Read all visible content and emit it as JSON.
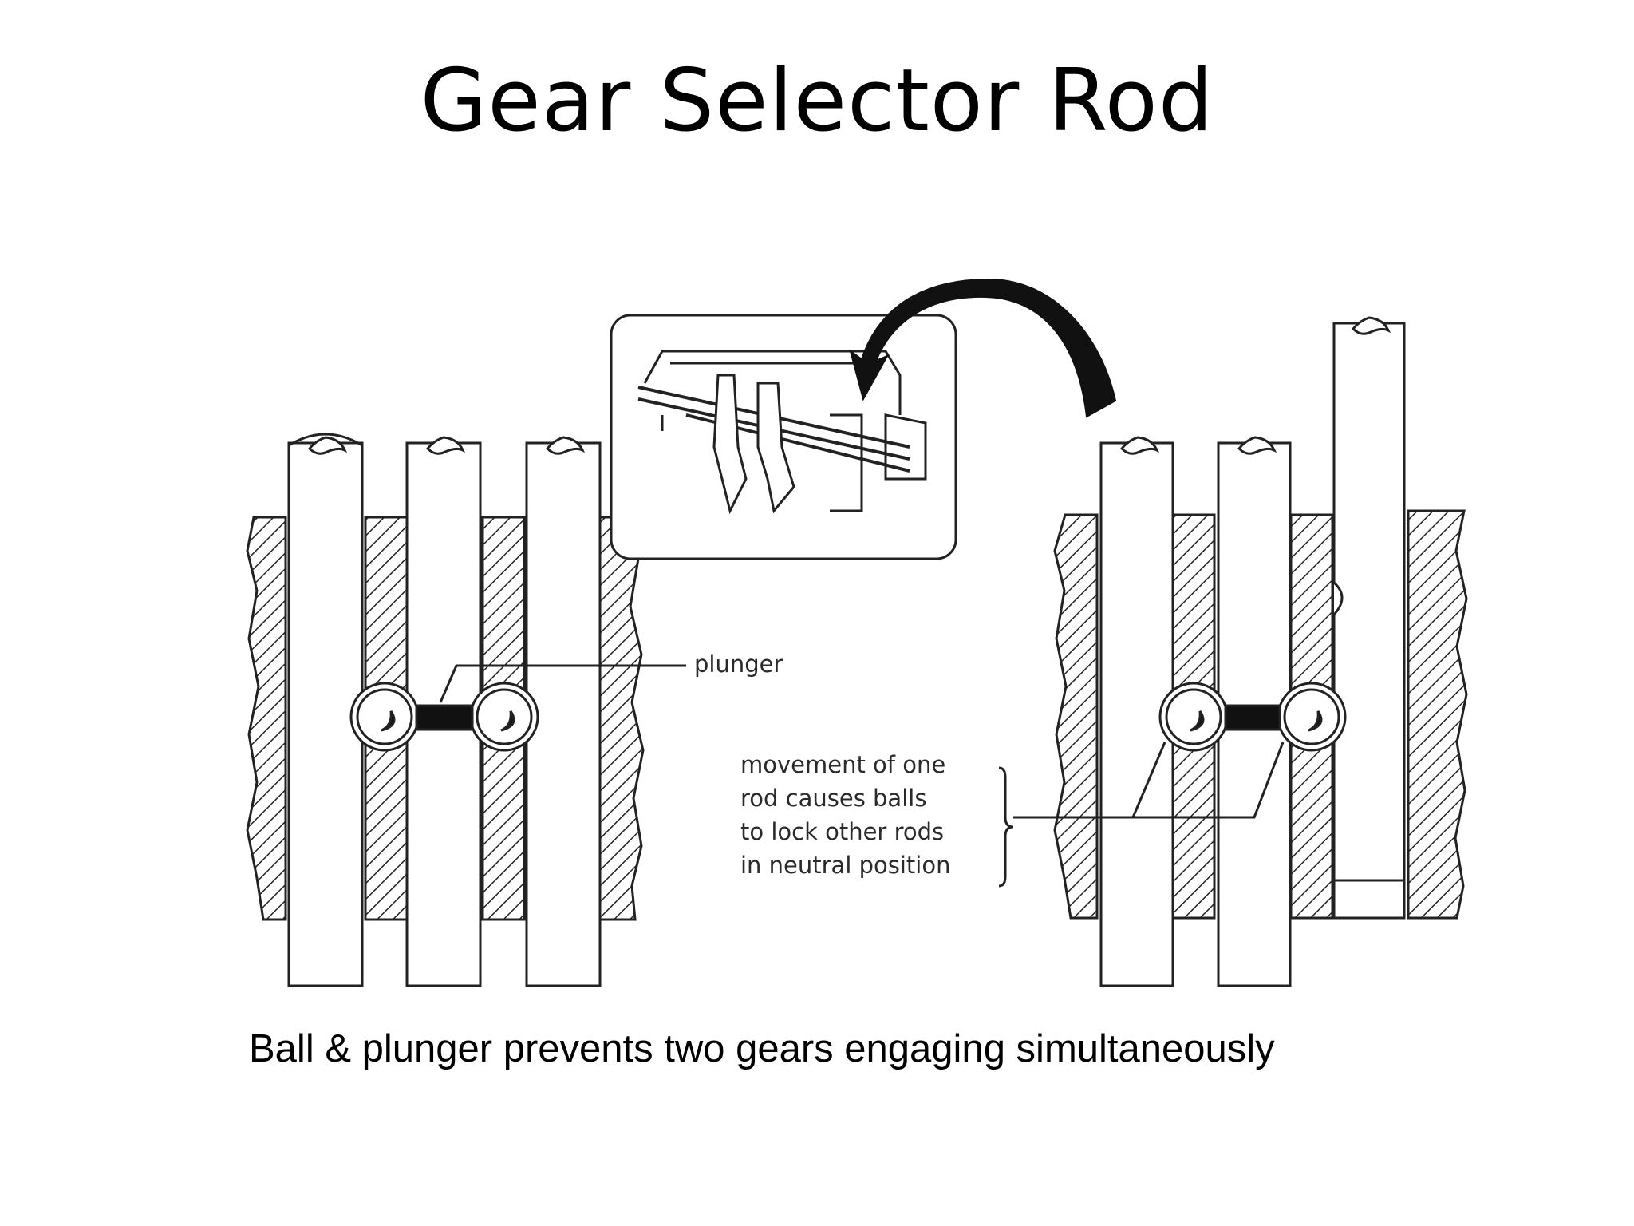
{
  "slide": {
    "title": "Gear Selector Rod",
    "caption": "Ball & plunger prevents two gears engaging simultaneously"
  },
  "diagram": {
    "labels": {
      "plunger": "plunger",
      "movement_note": [
        "movement of one",
        "rod causes balls",
        "to lock other rods",
        "in neutral position"
      ]
    }
  }
}
